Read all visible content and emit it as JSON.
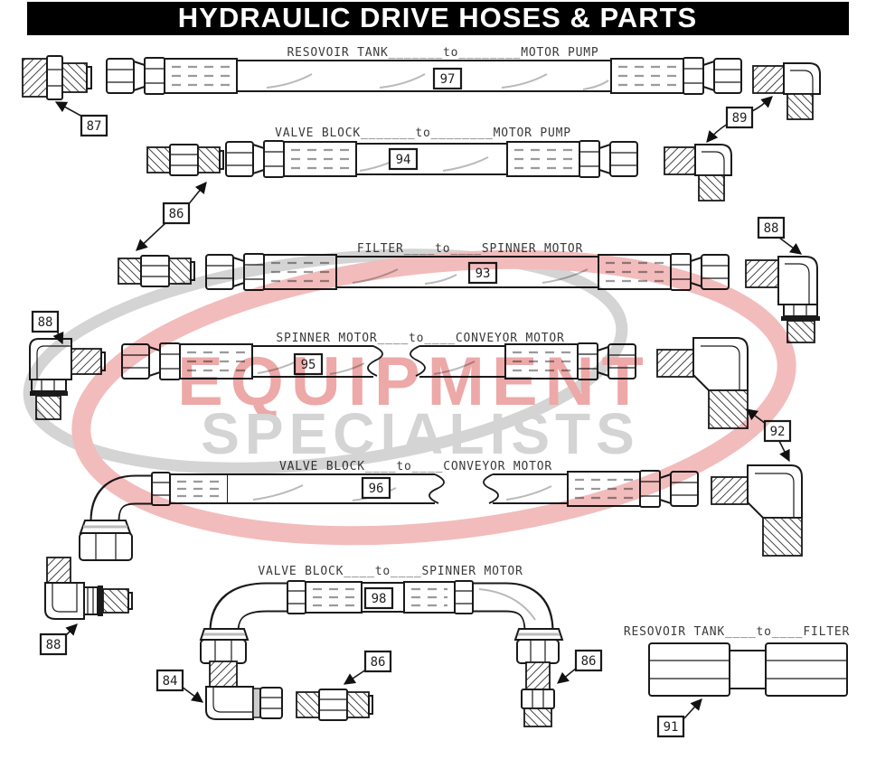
{
  "title": "HYDRAULIC DRIVE HOSES & PARTS",
  "colors": {
    "title_bg": "#000000",
    "title_fg": "#ffffff",
    "watermark_red": "#eda8a8",
    "watermark_gray": "#d4d4d4",
    "line": "#1a1a1a"
  },
  "watermark": {
    "line1": "EQUIPMENT",
    "line2": "SPECIALISTS"
  },
  "hoses": [
    {
      "part": "97",
      "label": "RESOVOIR TANK_______to________MOTOR PUMP"
    },
    {
      "part": "94",
      "label": "VALVE BLOCK_______to________MOTOR PUMP"
    },
    {
      "part": "93",
      "label": "FILTER____to____SPINNER MOTOR"
    },
    {
      "part": "95",
      "label": "SPINNER MOTOR____to____CONVEYOR  MOTOR"
    },
    {
      "part": "96",
      "label": "VALVE BLOCK____to____CONVEYOR  MOTOR"
    },
    {
      "part": "98",
      "label": "VALVE BLOCK____to____SPINNER MOTOR"
    },
    {
      "part": "91",
      "label": "RESOVOIR TANK____to____FILTER"
    }
  ],
  "callouts": {
    "p87": "87",
    "p89": "89",
    "p86_a": "86",
    "p88_a": "88",
    "p88_b": "88",
    "p92": "92",
    "p88_c": "88",
    "p84": "84",
    "p86_b": "86",
    "p86_c": "86",
    "p91": "91"
  }
}
